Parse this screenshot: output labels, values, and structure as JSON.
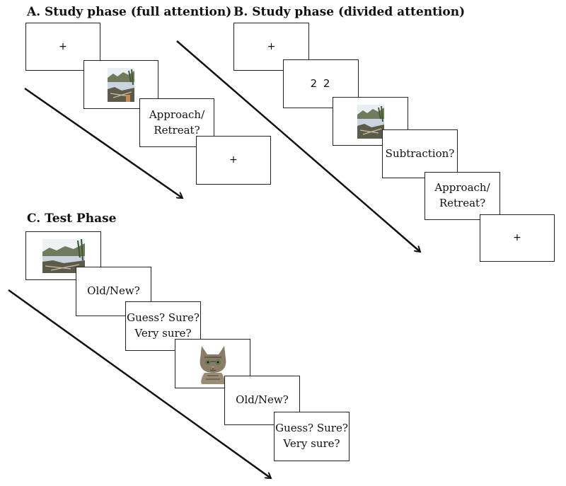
{
  "panels": {
    "a": {
      "title": "A. Study phase (full attention)",
      "fixation": "+",
      "scene_image": "lake-scene-photo",
      "prompt": "Approach/\nRetreat?",
      "end_fixation": "+"
    },
    "b": {
      "title": "B. Study phase (divided attention)",
      "fixation": "+",
      "digits": "2 2",
      "scene_image": "lake-scene-photo",
      "secondary_prompt": "Subtraction?",
      "prompt": "Approach/\nRetreat?",
      "end_fixation": "+"
    },
    "c": {
      "title": "C. Test Phase",
      "scene_image": "lake-scene-photo",
      "old_new_1": "Old/New?",
      "confidence_1": "Guess? Sure?\nVery sure?",
      "cat_image": "kitten-photo",
      "old_new_2": "Old/New?",
      "confidence_2": "Guess? Sure?\nVery sure?"
    }
  },
  "colors": {
    "border": "#222222",
    "arrow": "#111111"
  }
}
